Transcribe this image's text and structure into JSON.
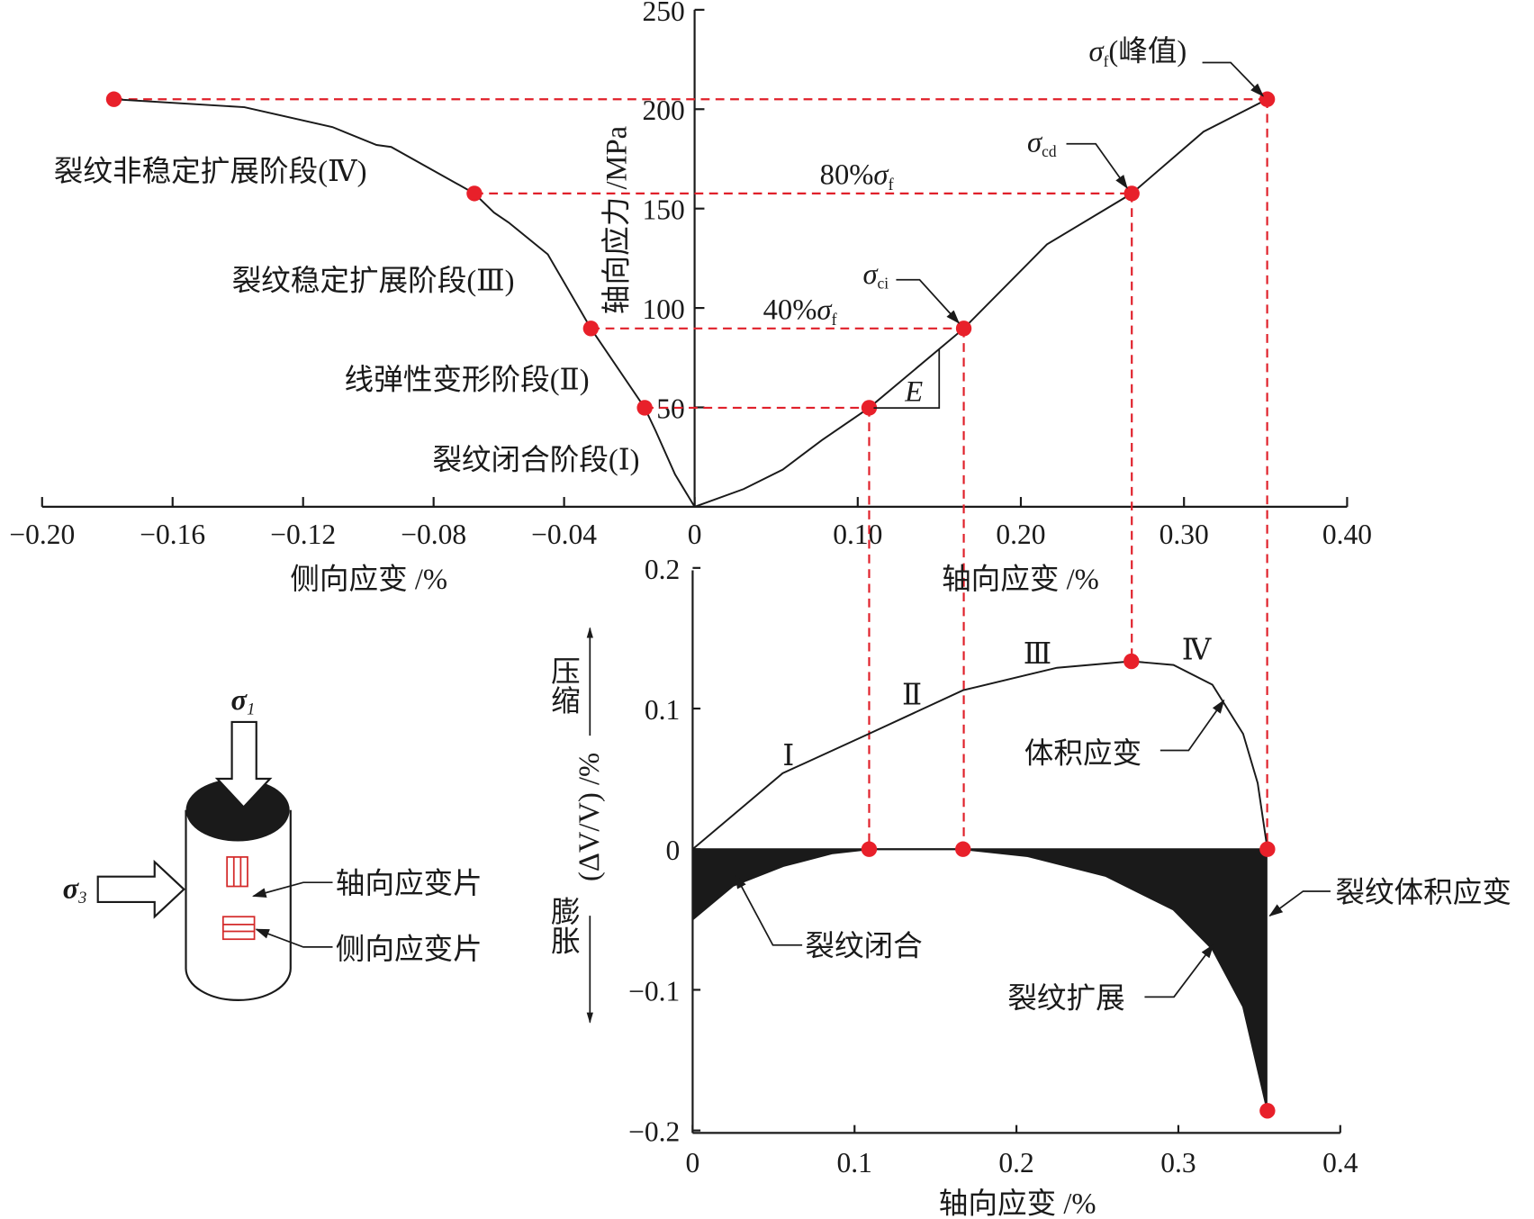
{
  "chart_data": [
    {
      "type": "line",
      "title": "",
      "ylabel": "轴向应力 /MPa",
      "xlabel_left": "侧向应变 /%",
      "xlabel_right": "轴向应变 /%",
      "ylim": [
        0,
        250
      ],
      "lateral_xlim": [
        -0.2,
        0
      ],
      "axial_xlim": [
        0,
        0.4
      ],
      "y_ticks": [
        {
          "v": 50,
          "label": "50"
        },
        {
          "v": 100,
          "label": "100"
        },
        {
          "v": 150,
          "label": "150"
        },
        {
          "v": 200,
          "label": "200"
        },
        {
          "v": 250,
          "label": "250"
        }
      ],
      "lateral_ticks": [
        {
          "v": -0.2,
          "label": "−0.20"
        },
        {
          "v": -0.16,
          "label": "−0.16"
        },
        {
          "v": -0.12,
          "label": "−0.12"
        },
        {
          "v": -0.08,
          "label": "−0.08"
        },
        {
          "v": -0.04,
          "label": "−0.04"
        },
        {
          "v": 0,
          "label": "0"
        }
      ],
      "axial_ticks": [
        {
          "v": 0.1,
          "label": "0.10"
        },
        {
          "v": 0.2,
          "label": "0.20"
        },
        {
          "v": 0.3,
          "label": "0.30"
        },
        {
          "v": 0.4,
          "label": "0.40"
        }
      ],
      "series": [
        {
          "name": "axial-stress-strain",
          "x": [
            0,
            0.03,
            0.054,
            0.078,
            0.107,
            0.165,
            0.216,
            0.268,
            0.312,
            0.351
          ],
          "y": [
            0,
            8.9,
            18.7,
            33.5,
            49.8,
            89.7,
            132,
            157.6,
            188.7,
            205
          ]
        },
        {
          "name": "lateral-stress-strain",
          "x": [
            0,
            -0.006,
            -0.012,
            -0.0153,
            -0.0318,
            -0.045,
            -0.057,
            -0.0615,
            -0.0675,
            -0.093,
            -0.0975,
            -0.111,
            -0.138,
            -0.178
          ],
          "y": [
            0,
            16.3,
            38.4,
            49.8,
            89.7,
            127,
            143,
            148,
            157.6,
            181,
            182,
            191,
            201,
            205
          ]
        }
      ],
      "key_points": [
        {
          "axial": 0.107,
          "lateral": -0.0153,
          "stress": 49.8
        },
        {
          "axial": 0.165,
          "lateral": -0.0318,
          "stress": 89.7
        },
        {
          "axial": 0.268,
          "lateral": -0.0675,
          "stress": 157.6
        },
        {
          "axial": 0.351,
          "lateral": -0.178,
          "stress": 205
        }
      ],
      "stage_labels": [
        "裂纹非稳定扩展阶段(Ⅳ)",
        "裂纹稳定扩展阶段(Ⅲ)",
        "线弹性变形阶段(Ⅱ)",
        "裂纹闭合阶段(Ⅰ)"
      ],
      "annotations": {
        "pct80": {
          "prefix": "80%",
          "symbol": "σ",
          "sub": "f"
        },
        "pct40": {
          "prefix": "40%",
          "symbol": "σ",
          "sub": "f"
        },
        "sigma_cd": {
          "symbol": "σ",
          "sub": "cd"
        },
        "sigma_ci": {
          "symbol": "σ",
          "sub": "ci"
        },
        "sigma_f": {
          "symbol": "σ",
          "sub": "f",
          "suffix": "(峰值)"
        },
        "modulus": "E"
      }
    },
    {
      "type": "area",
      "title": "",
      "xlabel": "轴向应变 /%",
      "ylabel": "(ΔV/V) /%",
      "xlim": [
        0,
        0.4
      ],
      "ylim": [
        -0.2,
        0.2
      ],
      "x_ticks": [
        {
          "v": 0,
          "label": "0"
        },
        {
          "v": 0.1,
          "label": "0.1"
        },
        {
          "v": 0.2,
          "label": "0.2"
        },
        {
          "v": 0.3,
          "label": "0.3"
        },
        {
          "v": 0.4,
          "label": "0.4"
        }
      ],
      "y_ticks": [
        {
          "v": -0.2,
          "label": "−0.2"
        },
        {
          "v": -0.1,
          "label": "−0.1"
        },
        {
          "v": 0,
          "label": "0"
        },
        {
          "v": 0.1,
          "label": "0.1"
        },
        {
          "v": 0.2,
          "label": "0.2"
        }
      ],
      "series": [
        {
          "name": "volumetric-strain",
          "x": [
            0,
            0.0556,
            0.1088,
            0.167,
            0.225,
            0.271,
            0.297,
            0.321,
            0.34,
            0.349,
            0.355
          ],
          "y": [
            0,
            0.054,
            0.082,
            0.113,
            0.129,
            0.1336,
            0.131,
            0.117,
            0.082,
            0.047,
            0
          ]
        },
        {
          "name": "crack-volumetric-strain",
          "x": [
            0,
            0.025,
            0.056,
            0.086,
            0.109,
            0.167,
            0.207,
            0.255,
            0.297,
            0.321,
            0.34,
            0.355
          ],
          "y": [
            -0.05,
            -0.026,
            -0.012,
            -0.003,
            0,
            0,
            -0.005,
            -0.019,
            -0.043,
            -0.071,
            -0.112,
            -0.186
          ]
        }
      ],
      "key_points": [
        {
          "x": 0.109,
          "y": 0
        },
        {
          "x": 0.167,
          "y": 0
        },
        {
          "x": 0.271,
          "y": 0.1336
        },
        {
          "x": 0.355,
          "y": 0
        },
        {
          "x": 0.355,
          "y": -0.186
        }
      ],
      "stage_numerals": [
        "Ⅰ",
        "Ⅱ",
        "Ⅲ",
        "Ⅳ"
      ],
      "compression_label": "压缩",
      "dilation_label": "膨胀",
      "annotations": {
        "volumetric": "体积应变",
        "crack_closure": "裂纹闭合",
        "crack_growth": "裂纹扩展",
        "crack_volumetric": "裂纹体积应变"
      }
    }
  ],
  "specimen": {
    "sigma1": {
      "symbol": "σ",
      "sub": "1"
    },
    "sigma3": {
      "symbol": "σ",
      "sub": "3"
    },
    "axial_gauge_label": "轴向应变片",
    "lateral_gauge_label": "侧向应变片"
  },
  "colors": {
    "marker": "#e8202a",
    "guide": "#e0202a",
    "ink": "#1a1a1a"
  }
}
